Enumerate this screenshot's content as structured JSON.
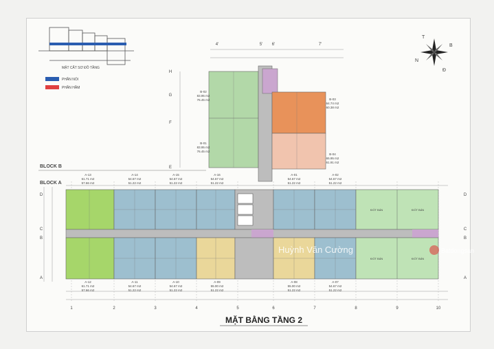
{
  "section": {
    "label": "MẶT CẮT SƠ ĐỒ TẦNG"
  },
  "legend": {
    "items": [
      {
        "label": "PHẦN NỔI",
        "color": "#2a5db0"
      },
      {
        "label": "PHẦN HẦM",
        "color": "#e04040"
      }
    ]
  },
  "blocks": {
    "a": "BLOCK A",
    "b": "BLOCK B"
  },
  "title": "MẶT BẰNG TẦNG 2",
  "watermark": {
    "name": "Huỳnh Văn Cường",
    "site": "Batdongsan"
  },
  "compass": {
    "n": "T",
    "e": "B",
    "s": "Đ",
    "w": "N"
  },
  "colors": {
    "blue": "#9dbfcf",
    "green": "#b2d8a8",
    "lime": "#a6d66a",
    "orange": "#e8925a",
    "salmon": "#f1c4ae",
    "yellow": "#ead79a",
    "purple": "#caa6cf",
    "gray": "#bdbdbd",
    "commercial": "#bfe3b6"
  },
  "units_top": [
    {
      "id": "A-13",
      "area1": "61.71 m2",
      "area2": "57.66 m2"
    },
    {
      "id": "A-14",
      "area1": "54.67 m2",
      "area2": "51.22 m2"
    },
    {
      "id": "A-15",
      "area1": "54.67 m2",
      "area2": "51.22 m2"
    },
    {
      "id": "A-16",
      "area1": "54.67 m2",
      "area2": "51.22 m2"
    },
    {
      "id": "A-01",
      "area1": "54.67 m2",
      "area2": "51.22 m2"
    },
    {
      "id": "A-02",
      "area1": "54.67 m2",
      "area2": "51.22 m2"
    }
  ],
  "units_bottom": [
    {
      "id": "A-12",
      "area1": "61.71 m2",
      "area2": "57.66 m2"
    },
    {
      "id": "A-11",
      "area1": "54.67 m2",
      "area2": "51.22 m2"
    },
    {
      "id": "A-10",
      "area1": "54.67 m2",
      "area2": "51.22 m2"
    },
    {
      "id": "A-09",
      "area1": "55.00 m2",
      "area2": "51.22 m2"
    },
    {
      "id": "A-08",
      "area1": "55.00 m2",
      "area2": "51.22 m2"
    },
    {
      "id": "A-07",
      "area1": "54.67 m2",
      "area2": "51.22 m2"
    }
  ],
  "units_b": [
    {
      "id": "B-02",
      "area1": "83.95 m2",
      "area2": "76.45 m2"
    },
    {
      "id": "B-01",
      "area1": "83.95 m2",
      "area2": "76.45 m2"
    },
    {
      "id": "B-03",
      "area1": "64.74 m2",
      "area2": "60.38 m2"
    },
    {
      "id": "B-04",
      "area1": "65.95 m2",
      "area2": "61.91 m2"
    }
  ],
  "commercial": [
    "KIỐT BÁN",
    "KIỐT BÁN",
    "KIỐT BÁN",
    "KIỐT BÁN"
  ],
  "grid_cols": [
    "1",
    "2",
    "3",
    "4",
    "5",
    "6",
    "7",
    "8",
    "9",
    "10"
  ],
  "grid_cols_b": [
    "4'",
    "5'",
    "6'",
    "7'"
  ],
  "grid_rows_a": [
    "D",
    "C",
    "B",
    "A"
  ],
  "grid_rows_b": [
    "H",
    "G",
    "F",
    "E"
  ]
}
